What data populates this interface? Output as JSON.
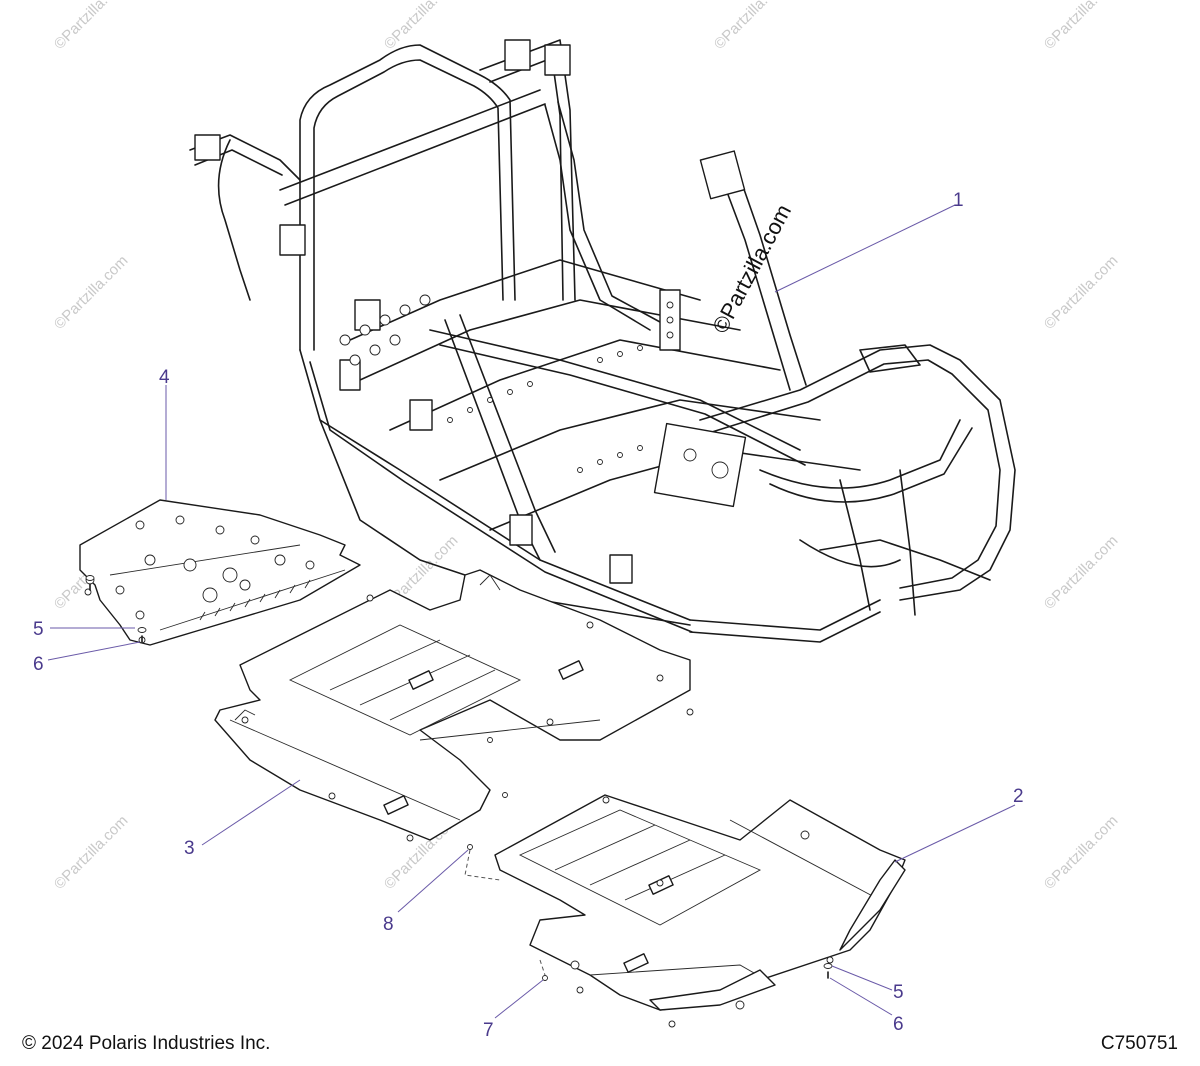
{
  "footer": {
    "copyright": "© 2024 Polaris Industries Inc.",
    "code": "C750751"
  },
  "brand_mark": "©Partzilla.com",
  "watermark_text": "©Partzilla.com",
  "callouts": {
    "c1": "1",
    "c2": "2",
    "c3": "3",
    "c4": "4",
    "c5a": "5",
    "c5b": "5",
    "c6a": "6",
    "c6b": "6",
    "c7": "7",
    "c8": "8"
  }
}
